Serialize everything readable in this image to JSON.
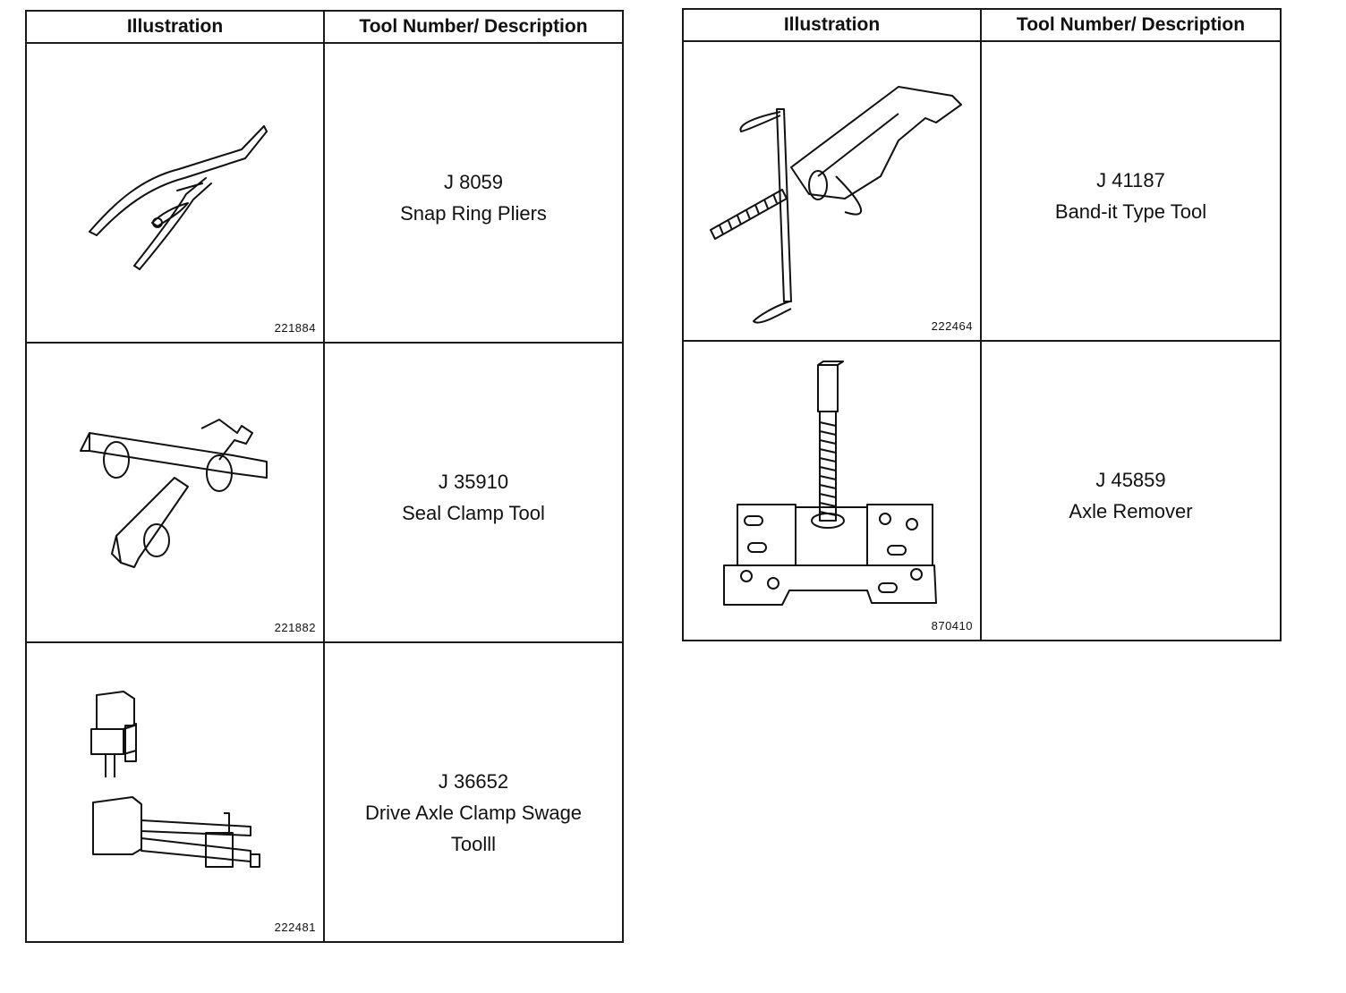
{
  "headers": {
    "illustration": "Illustration",
    "tool": "Tool Number/ Description"
  },
  "left_table": [
    {
      "figure_no": "221884",
      "tool_number": "J 8059",
      "description": "Snap Ring Pliers",
      "icon": "snap-ring-pliers-icon"
    },
    {
      "figure_no": "221882",
      "tool_number": "J 35910",
      "description": "Seal Clamp Tool",
      "icon": "seal-clamp-tool-icon"
    },
    {
      "figure_no": "222481",
      "tool_number": "J 36652",
      "description": "Drive Axle Clamp Swage Toolll",
      "icon": "swage-tool-icon"
    }
  ],
  "right_table": [
    {
      "figure_no": "222464",
      "tool_number": "J 41187",
      "description": "Band-it Type Tool",
      "icon": "band-it-tool-icon"
    },
    {
      "figure_no": "870410",
      "tool_number": "J 45859",
      "description": "Axle Remover",
      "icon": "axle-remover-icon"
    }
  ]
}
